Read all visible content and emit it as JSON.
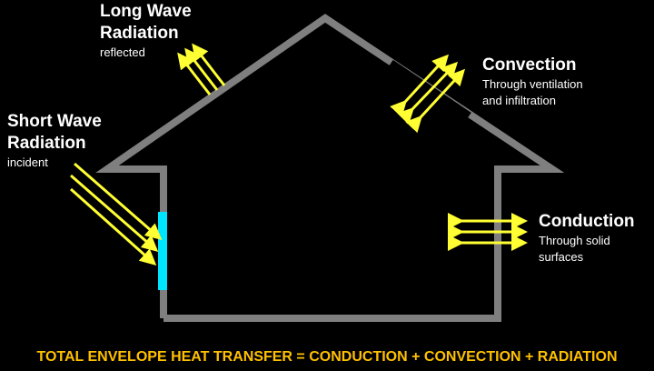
{
  "labels": {
    "long_wave": {
      "title_line1": "Long Wave",
      "title_line2": "Radiation",
      "subtitle": "reflected"
    },
    "short_wave": {
      "title_line1": "Short Wave",
      "title_line2": "Radiation",
      "subtitle": "incident"
    },
    "convection": {
      "title": "Convection",
      "subtitle_line1": "Through ventilation",
      "subtitle_line2": "and infiltration"
    },
    "conduction": {
      "title": "Conduction",
      "subtitle_line1": "Through solid",
      "subtitle_line2": "surfaces"
    }
  },
  "footer": "TOTAL ENVELOPE HEAT TRANSFER = CONDUCTION + CONVECTION + RADIATION",
  "colors": {
    "background": "#000000",
    "house_outline": "#7f7f7f",
    "arrow": "#ffff33",
    "window": "#00e5ff",
    "footer_text": "#ffc000",
    "label_text": "#ffffff"
  },
  "icons": {
    "arrows": "yellow-arrow-icon",
    "window": "window-icon"
  }
}
